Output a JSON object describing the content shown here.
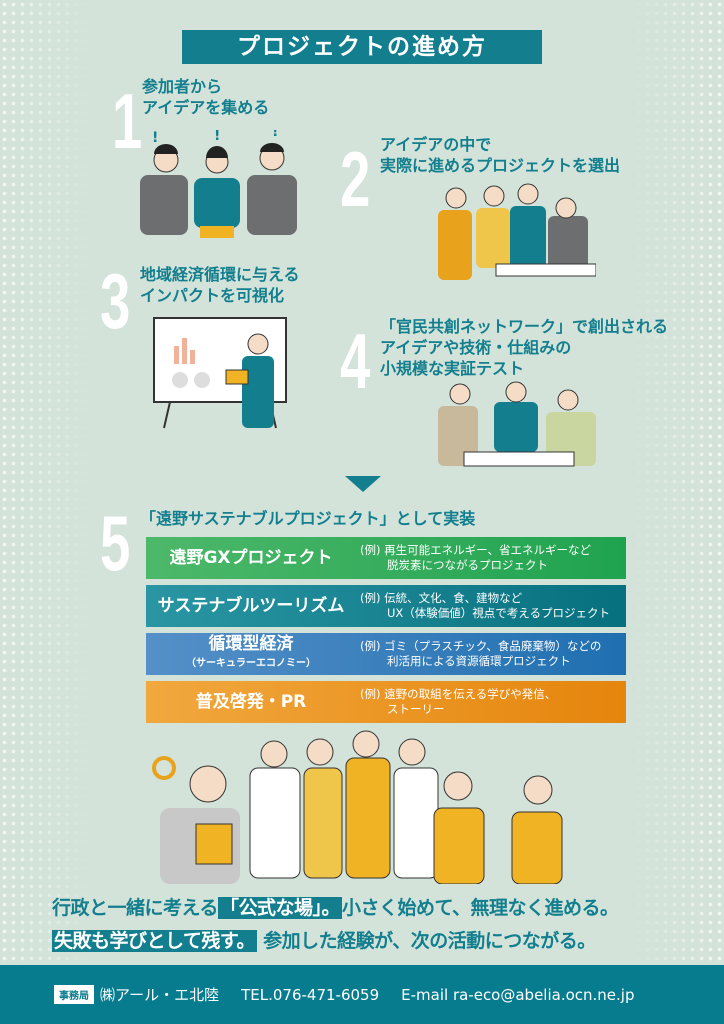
{
  "title": "プロジェクトの進め方",
  "steps": [
    {
      "number": "1",
      "lines": [
        "参加者から",
        "アイデアを集める"
      ]
    },
    {
      "number": "2",
      "lines": [
        "アイデアの中で",
        "実際に進めるプロジェクトを選出"
      ]
    },
    {
      "number": "3",
      "lines": [
        "地域経済循環に与える",
        "インパクトを可視化"
      ]
    },
    {
      "number": "4",
      "lines": [
        "「官民共創ネットワーク」で創出される",
        "アイデアや技術・仕組みの",
        "小規模な実証テスト"
      ]
    },
    {
      "number": "5",
      "lines": [
        "「遠野サステナブルプロジェクト」として実装"
      ]
    }
  ],
  "categories": [
    {
      "name": "遠野GXプロジェクト",
      "sub": "",
      "desc": [
        "(例) 再生可能エネルギー、省エネルギーなど",
        "脱炭素につながるプロジェクト"
      ],
      "color": "#2fae57"
    },
    {
      "name": "サステナブルツーリズム",
      "sub": "",
      "desc": [
        "(例) 伝統、文化、食、建物など",
        "UX（体験価値）視点で考えるプロジェクト"
      ],
      "color": "#12808f"
    },
    {
      "name": "循環型経済",
      "sub": "（サーキュラーエコノミー）",
      "desc": [
        "(例) ゴミ（プラスチック、食品廃棄物）などの",
        "利活用による資源循環プロジェクト"
      ],
      "color": "#2a78b8"
    },
    {
      "name": "普及啓発・PR",
      "sub": "",
      "desc": [
        "(例) 遠野の取組を伝える学びや発信、",
        "ストーリー"
      ],
      "color": "#ea8d1b"
    }
  ],
  "message": {
    "line1_pre": "行政と一緒に考える",
    "line1_hl": "「公式な場」。",
    "line1_post": "小さく始めて、無理なく進める。",
    "line2_hl": "失敗も学びとして残す。",
    "line2_post": "参加した経験が、次の活動につながる。"
  },
  "footer": {
    "badge": "事務局",
    "company": "㈱アール・エ北陸",
    "tel": "TEL.076-471-6059",
    "email": "E-mail ra-eco@abelia.ocn.ne.jp"
  },
  "colors": {
    "accent": "#137f8e",
    "background": "#d4e3da"
  }
}
